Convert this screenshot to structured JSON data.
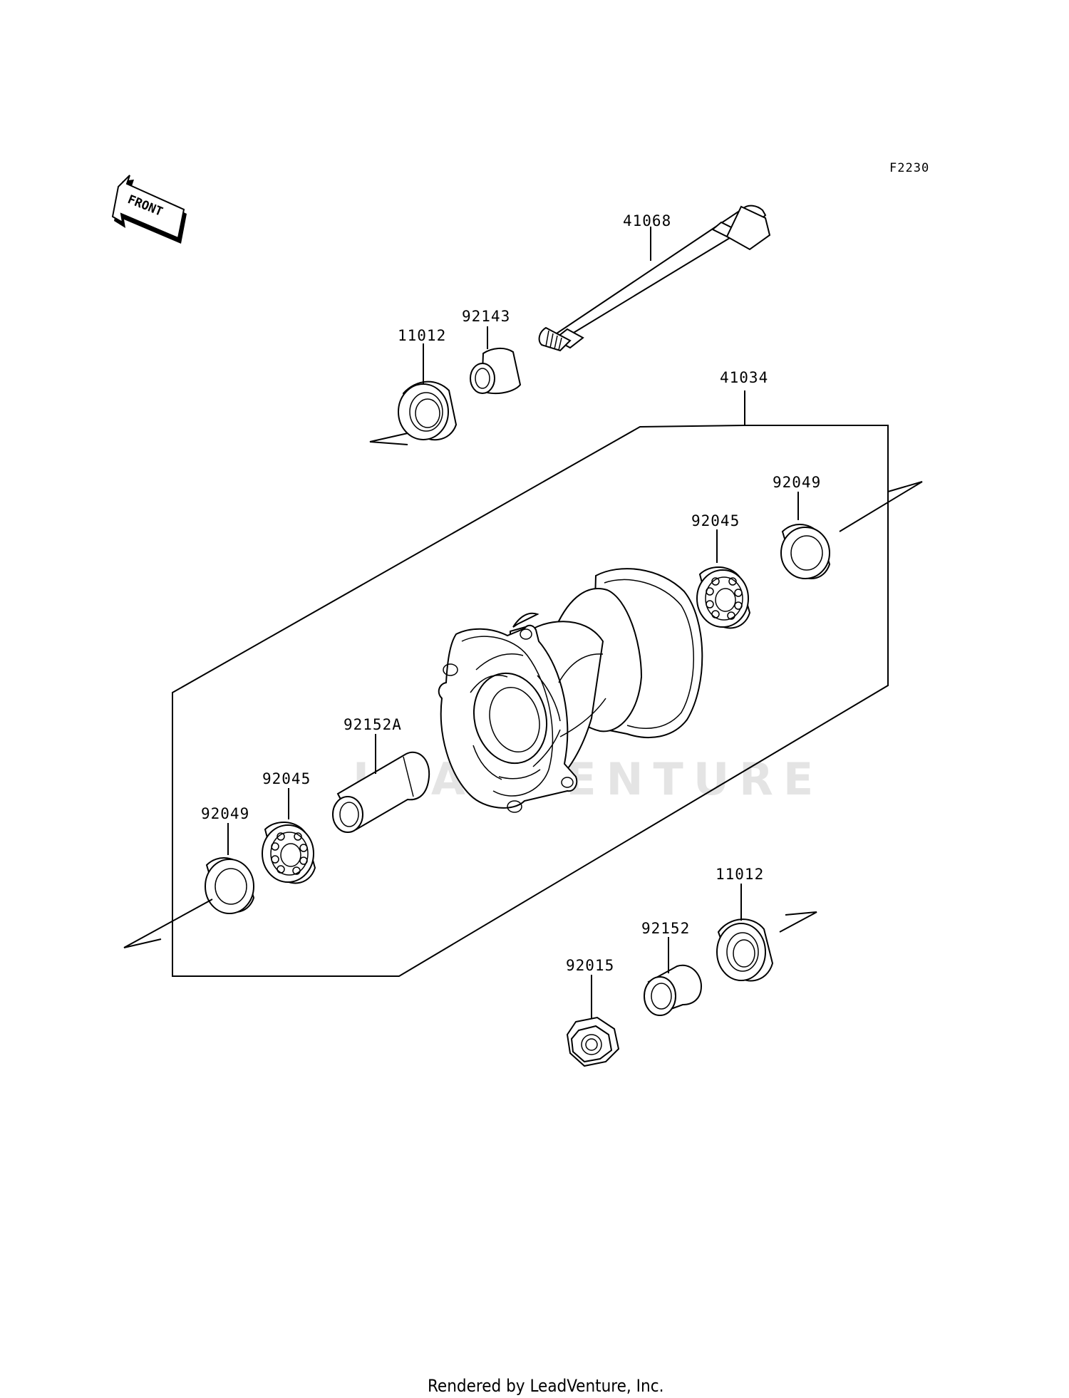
{
  "diagram_code": "F2230",
  "front_label": "FRONT",
  "watermark": "LEADVENTURE",
  "footer": "Rendered by LeadVenture, Inc.",
  "parts": {
    "p41068": "41068",
    "p92143": "92143",
    "p11012_top": "11012",
    "p41034": "41034",
    "p92049_right": "92049",
    "p92045_right": "92045",
    "p92152A": "92152A",
    "p92045_left": "92045",
    "p92049_left": "92049",
    "p11012_bottom": "11012",
    "p92152": "92152",
    "p92015": "92015"
  }
}
